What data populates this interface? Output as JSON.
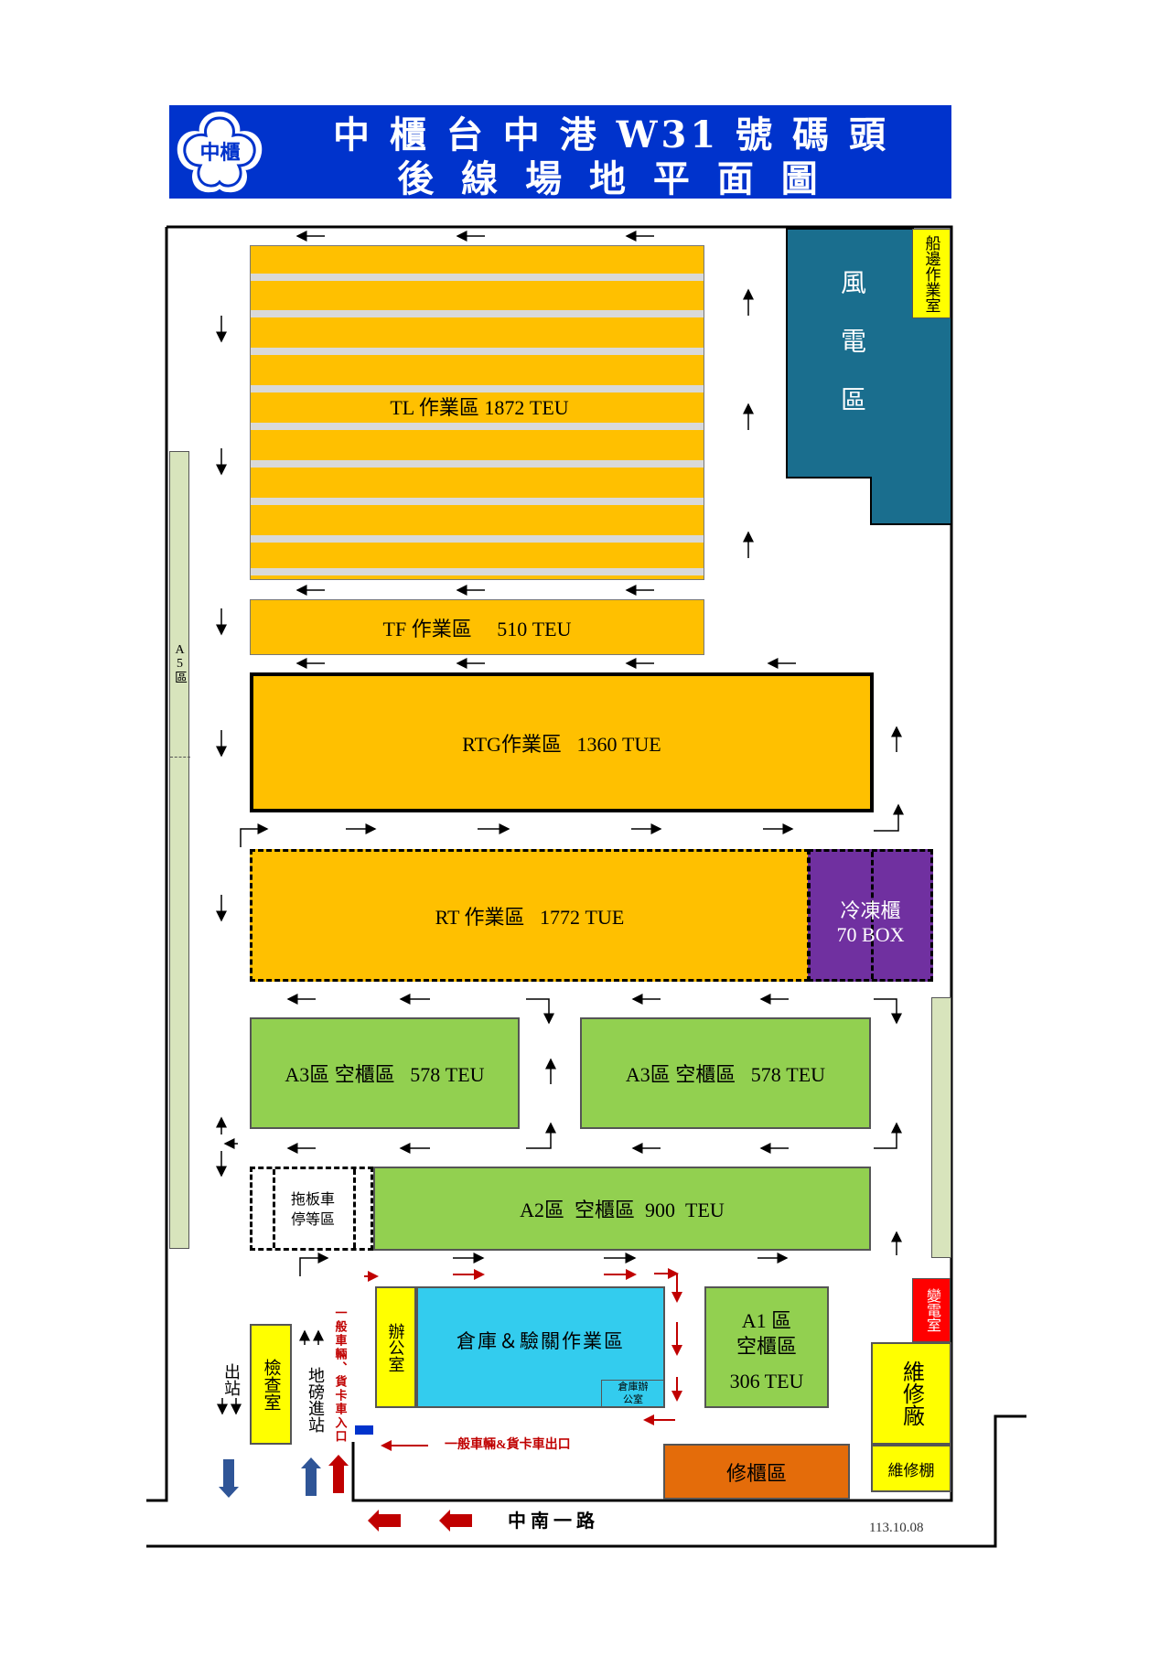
{
  "header": {
    "logo_text": "中櫃",
    "title_line1": "中 櫃 台 中 港 W31 號 碼 頭",
    "title_line2": "後 線 場 地 平 面 圖"
  },
  "zones": {
    "tl": "TL 作業區  1872 TEU",
    "tf": "TF 作業區     510 TEU",
    "rtg": "RTG作業區   1360 TUE",
    "rt": "RT 作業區   1772 TUE",
    "reefer_line1": "冷凍櫃",
    "reefer_line2": "70 BOX",
    "wind": "風電區",
    "ship_office": "船邊作業室",
    "a3_left": "A3區 空櫃區   578 TEU",
    "a3_right": "A3區 空櫃區   578 TEU",
    "a2": "A2區  空櫃區  900  TEU",
    "trailer_wait": "拖板車停等區",
    "a5": "A5區",
    "warehouse": "倉庫＆驗關作業區",
    "office": "辦公室",
    "warehouse_office": "倉庫辦公室",
    "a1_line1": "A1 區",
    "a1_line2": "空櫃區",
    "a1_line3": "306 TEU",
    "substation": "變電室",
    "maintenance_factory": "維修廠",
    "maintenance_shed": "維修棚",
    "repair": "修櫃區",
    "inspection": "檢查室",
    "exit_station": "出站",
    "scale_entry": "地磅進站"
  },
  "roads": {
    "entrance": "一般車輛、貨卡車入口",
    "exit": "一般車輛&貨卡車出口",
    "street": "中 南 一 路"
  },
  "date": "113.10.08",
  "colors": {
    "title_bar": "#0033cc",
    "yard": "#ffc000",
    "empty_zone": "#92d050",
    "wind_zone": "#1a6e8e",
    "reefer": "#7030a0",
    "warehouse": "#33ccee",
    "repair": "#e46c0a",
    "substation": "#ff0000",
    "office": "#ffff00",
    "road_marks": "#c00000"
  }
}
